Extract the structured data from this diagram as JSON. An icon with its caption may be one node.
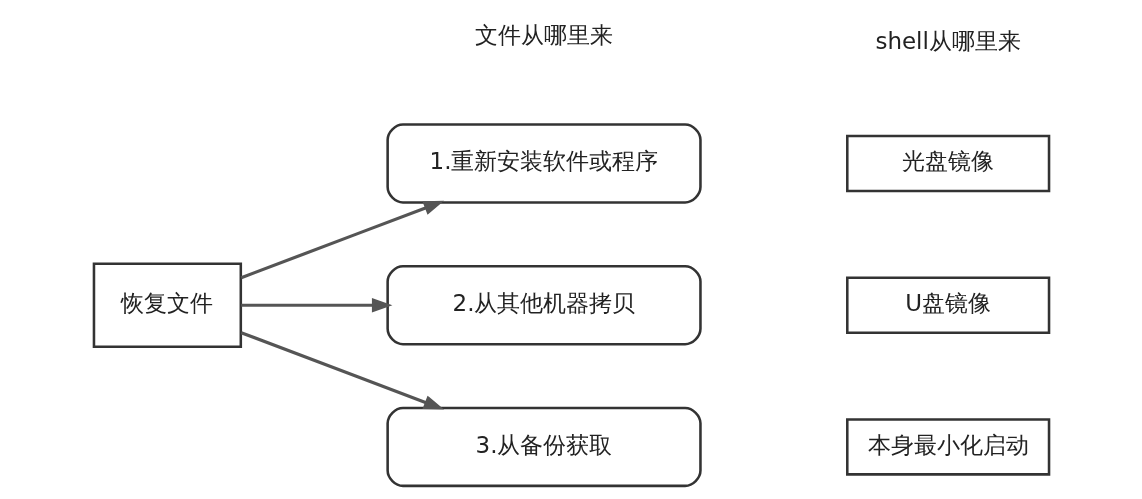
{
  "diagram": {
    "nodes": [
      {
        "text": [
          "恢复文件"
        ]
      },
      {
        "text": [
          "1.重新安装软件或程序"
        ]
      },
      {
        "text": [
          "2.从其他机器拷贝"
        ]
      },
      {
        "text": [
          "3.从备份获取"
        ]
      },
      {
        "text": [
          "光盘镜像"
        ]
      },
      {
        "text": [
          "U盘镜像"
        ]
      },
      {
        "text": [
          "本身最小化启动"
        ]
      }
    ],
    "edges": [
      {
        "from": 0,
        "to": 1,
        "arrow": "to"
      },
      {
        "from": 0,
        "to": 2,
        "arrow": "to"
      },
      {
        "from": 0,
        "to": 3,
        "arrow": "to"
      }
    ],
    "labels": [
      "文件从哪里来",
      "shell从哪里来"
    ]
  }
}
